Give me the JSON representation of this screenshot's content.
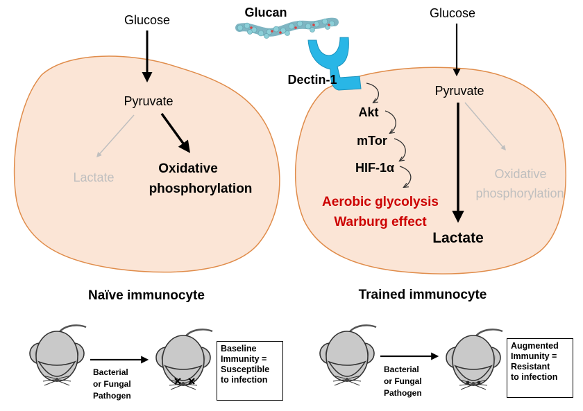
{
  "left_cell": {
    "glucose": "Glucose",
    "pyruvate": "Pyruvate",
    "lactate": "Lactate",
    "oxphos_line1": "Oxidative",
    "oxphos_line2": "phosphorylation",
    "caption": "Naïve immunocyte"
  },
  "right_cell": {
    "glucan": "Glucan",
    "receptor": "Dectin-1",
    "glucose": "Glucose",
    "pyruvate": "Pyruvate",
    "akt": "Akt",
    "mtor": "mTor",
    "hif": "HIF-1α",
    "effect_line1": "Aerobic glycolysis",
    "effect_line2": "Warburg effect",
    "oxphos_line1": "Oxidative",
    "oxphos_line2": "phosphorylation",
    "lactate": "Lactate",
    "caption": "Trained immunocyte"
  },
  "left_mice": {
    "pathogen_lines": [
      "Bacterial",
      "or Fungal",
      "Pathogen"
    ],
    "outcome_lines": [
      "Baseline",
      "Immunity =",
      "Susceptible",
      "to infection"
    ]
  },
  "right_mice": {
    "pathogen_lines": [
      "Bacterial",
      "or Fungal",
      "Pathogen"
    ],
    "outcome_lines": [
      "Augmented",
      "Immunity =",
      "Resistant",
      "to infection"
    ]
  },
  "colors": {
    "cell_fill": "#fbe5d6",
    "cell_stroke": "#e08c4a",
    "receptor": "#29b6e6",
    "highlight_red": "#cc0000",
    "faded": "#bfbfbf",
    "mouse_body": "#c9c9c9"
  }
}
